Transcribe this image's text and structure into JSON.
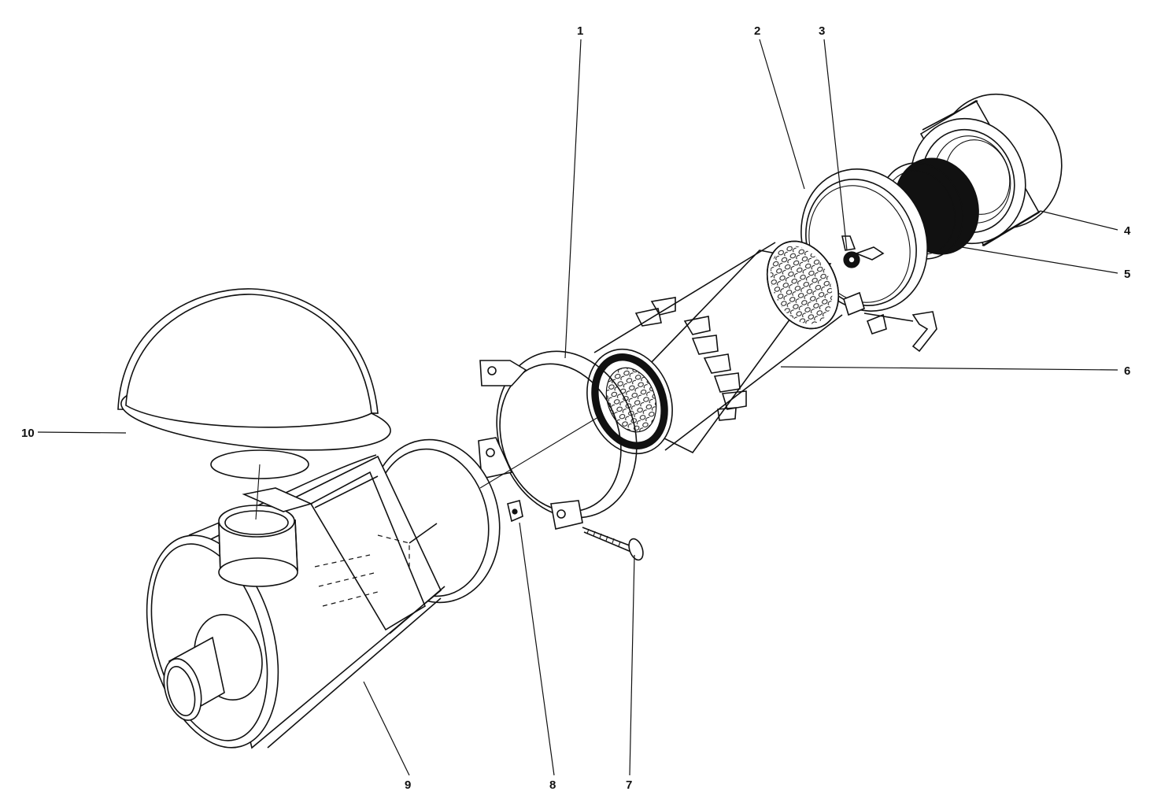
{
  "figure": {
    "callouts": [
      "1",
      "2",
      "3",
      "4",
      "5",
      "6",
      "7",
      "8",
      "9",
      "10"
    ]
  },
  "parts": [
    {
      "number": "1",
      "icon": "mounting-clamp-band"
    },
    {
      "number": "2",
      "icon": "cover-retaining-ring"
    },
    {
      "number": "3",
      "icon": "wing-nut"
    },
    {
      "number": "4",
      "icon": "dust-cup"
    },
    {
      "number": "5",
      "icon": "inner-filter-element"
    },
    {
      "number": "6",
      "icon": "filter-element"
    },
    {
      "number": "7",
      "icon": "bolt"
    },
    {
      "number": "8",
      "icon": "square-nut"
    },
    {
      "number": "9",
      "icon": "air-cleaner-body"
    },
    {
      "number": "10",
      "icon": "rain-cap"
    }
  ]
}
